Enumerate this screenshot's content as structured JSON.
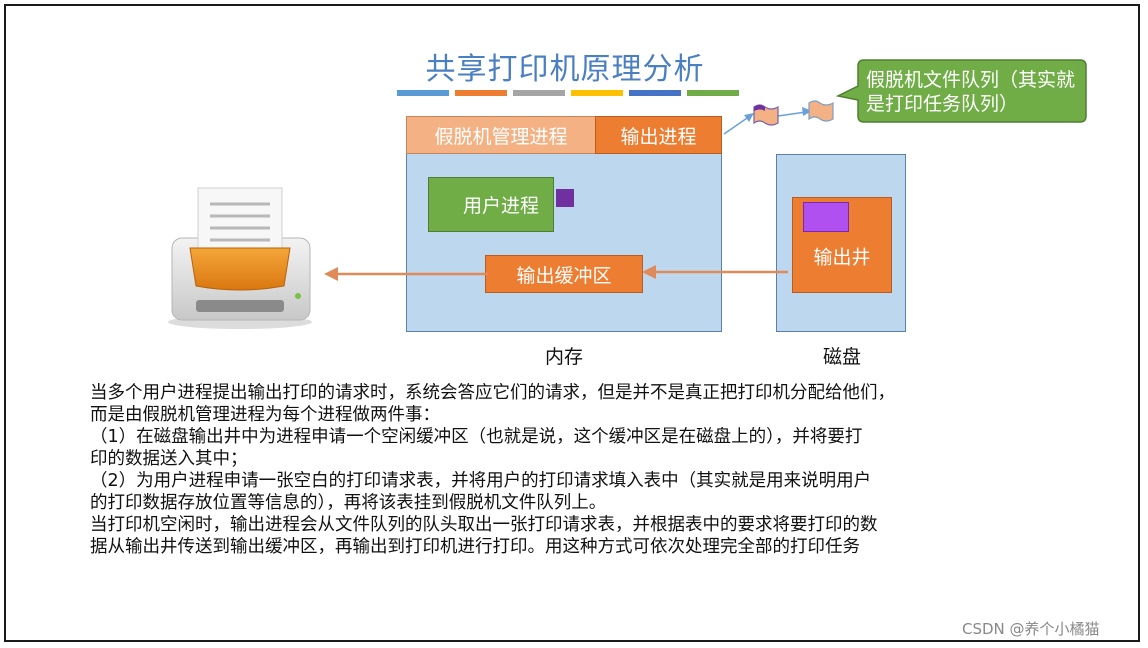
{
  "title": "共享打印机原理分析",
  "title_stripe_colors": [
    "#5b9bd5",
    "#ed7d31",
    "#a5a5a5",
    "#ffc000",
    "#4472c4",
    "#70ad47"
  ],
  "diagram": {
    "spool_manager_label": "假脱机管理进程",
    "output_process_label": "输出进程",
    "user_process_label": "用户进程",
    "output_buffer_label": "输出缓冲区",
    "output_well_label": "输出井",
    "memory_caption": "内存",
    "disk_caption": "磁盘",
    "callout_text": "假脱机文件队列（其实就是打印任务队列）",
    "icons": [
      "printer-icon",
      "file-icon",
      "arrow-icon"
    ],
    "colors": {
      "memory": "#bdd7ee",
      "orange": "#ed7d31",
      "light_orange": "#f4b183",
      "green": "#70ad47",
      "purple": "#7030a0"
    }
  },
  "description": [
    "当多个用户进程提出输出打印的请求时，系统会答应它们的请求，但是并不是真正把打印机分配给他们，",
    "而是由假脱机管理进程为每个进程做两件事：",
    "（1）在磁盘输出井中为进程申请一个空闲缓冲区（也就是说，这个缓冲区是在磁盘上的），并将要打",
    "印的数据送入其中；",
    "（2）为用户进程申请一张空白的打印请求表，并将用户的打印请求填入表中（其实就是用来说明用户",
    "的打印数据存放位置等信息的），再将该表挂到假脱机文件队列上。",
    "当打印机空闲时，输出进程会从文件队列的队头取出一张打印请求表，并根据表中的要求将要打印的数",
    "据从输出井传送到输出缓冲区，再输出到打印机进行打印。用这种方式可依次处理完全部的打印任务"
  ],
  "watermark": "CSDN @养个小橘猫"
}
